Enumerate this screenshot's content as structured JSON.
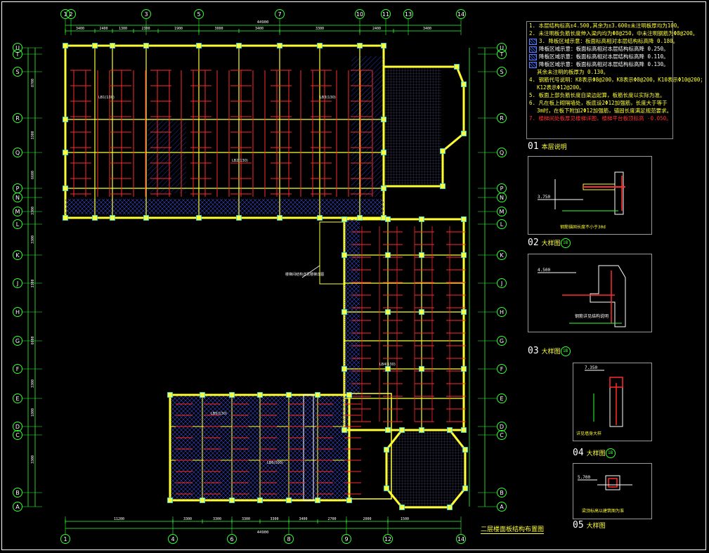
{
  "drawing": {
    "title": "二层楼面板结构布置图",
    "grid_x": [
      "1",
      "2",
      "3",
      "5",
      "7",
      "10",
      "11",
      "13",
      "14"
    ],
    "grid_x_bottom": [
      "1",
      "4",
      "6",
      "8",
      "9",
      "12",
      "14"
    ],
    "grid_y": [
      "U",
      "T",
      "S",
      "R",
      "Q",
      "P",
      "N",
      "M",
      "L",
      "K",
      "J",
      "H",
      "G",
      "F",
      "E",
      "D",
      "C",
      "B",
      "A"
    ],
    "total_dim_top": "44900",
    "total_dim_bottom": "44900",
    "dims_top": [
      "3400",
      "2400",
      "1300",
      "2300",
      "1900",
      "3000",
      "3400",
      "3300",
      "2400",
      "3400"
    ],
    "dims_bottom": [
      "11200",
      "3300",
      "3300",
      "3300",
      "3300",
      "3400",
      "2700",
      "2000",
      "1500"
    ],
    "dims_left": [
      "8700",
      "3300",
      "6600",
      "3300",
      "3300",
      "3300",
      "6600",
      "3300",
      "1800",
      "3300"
    ],
    "colors": {
      "background": "#000000",
      "beam": "#ffff33",
      "rebar": "#ff2a2a",
      "grid": "#33ff33",
      "column": "#33e0ff",
      "hatch": "#3355ff",
      "text": "#ffffff"
    }
  },
  "notes": {
    "title": "本层说明",
    "rows": [
      {
        "text": "1. 本层结构标高±4.500,其余为±3.600±未注明板厚均为100。",
        "style": "yellow"
      },
      {
        "text": "2. 未注明板负筋长度伸入梁内均为Φ8@250，中未注明钢筋为Φ8@200。",
        "style": "yellow"
      },
      {
        "text": "3. 降板区域示意：板面标高相对本层结构标高降 0.180。",
        "style": "yellow",
        "swatch": true
      },
      {
        "text": "降板区域示意：板面标高相对本层结构标高降 0.250。",
        "style": "cyan",
        "swatch": true
      },
      {
        "text": "降板区域示意：板面标高相对本层结构标高降 0.110。",
        "style": "cyan",
        "swatch": true
      },
      {
        "text": "降板区域示意：板面标高相对本层结构标高降 0.130。",
        "style": "cyan",
        "swatch": true
      },
      {
        "text": "其余未注明的板厚为 0.130。",
        "style": "yellow",
        "indent": true
      },
      {
        "text": "4. 钢筋代号说明：K8表示Φ8@200，K8表示Φ8@200，K10表示Φ10@200；",
        "style": "yellow"
      },
      {
        "text": "K12表示Φ12@200。",
        "style": "yellow",
        "indent": true
      },
      {
        "text": "5. 板面上部负筋长度自梁边起算，板筋长度以实际为准。",
        "style": "yellow"
      },
      {
        "text": "6. 凡在板上砌隔墙处，板底设2Φ12加强筋，长度大于等于",
        "style": "yellow"
      },
      {
        "text": "3m时，在板下附加2Φ12加强筋，锚固长度满足规范要求。",
        "style": "yellow",
        "indent": true
      },
      {
        "text": "7. 楼梯间处板厚见楼梯详图，楼梯平台板顶标高 -0.050。",
        "style": "red"
      }
    ]
  },
  "details": [
    {
      "number": "01",
      "title": "本层说明",
      "marker": ""
    },
    {
      "number": "02",
      "title": "大样图",
      "marker": "1B",
      "annotation": "钢筋锚固长度不小于30d"
    },
    {
      "number": "03",
      "title": "大样图",
      "marker": "1B",
      "annotation": "钢筋详见结构说明"
    },
    {
      "number": "04",
      "title": "大样图",
      "marker": "1B",
      "annotation": "详见墙身大样"
    },
    {
      "number": "05",
      "title": "大样图",
      "marker": "",
      "annotation": "梁顶标高以建筑图为准"
    }
  ],
  "detail_levels": [
    "3.750",
    "4.500",
    "7.350",
    "5.700"
  ],
  "plan_labels": [
    "LB1(130)",
    "LB2(130)",
    "LB3(130)",
    "LB4(130)",
    "LB5(130)",
    "LB6(100)"
  ],
  "leader_note": "楼梯间结构详见楼梯详图"
}
